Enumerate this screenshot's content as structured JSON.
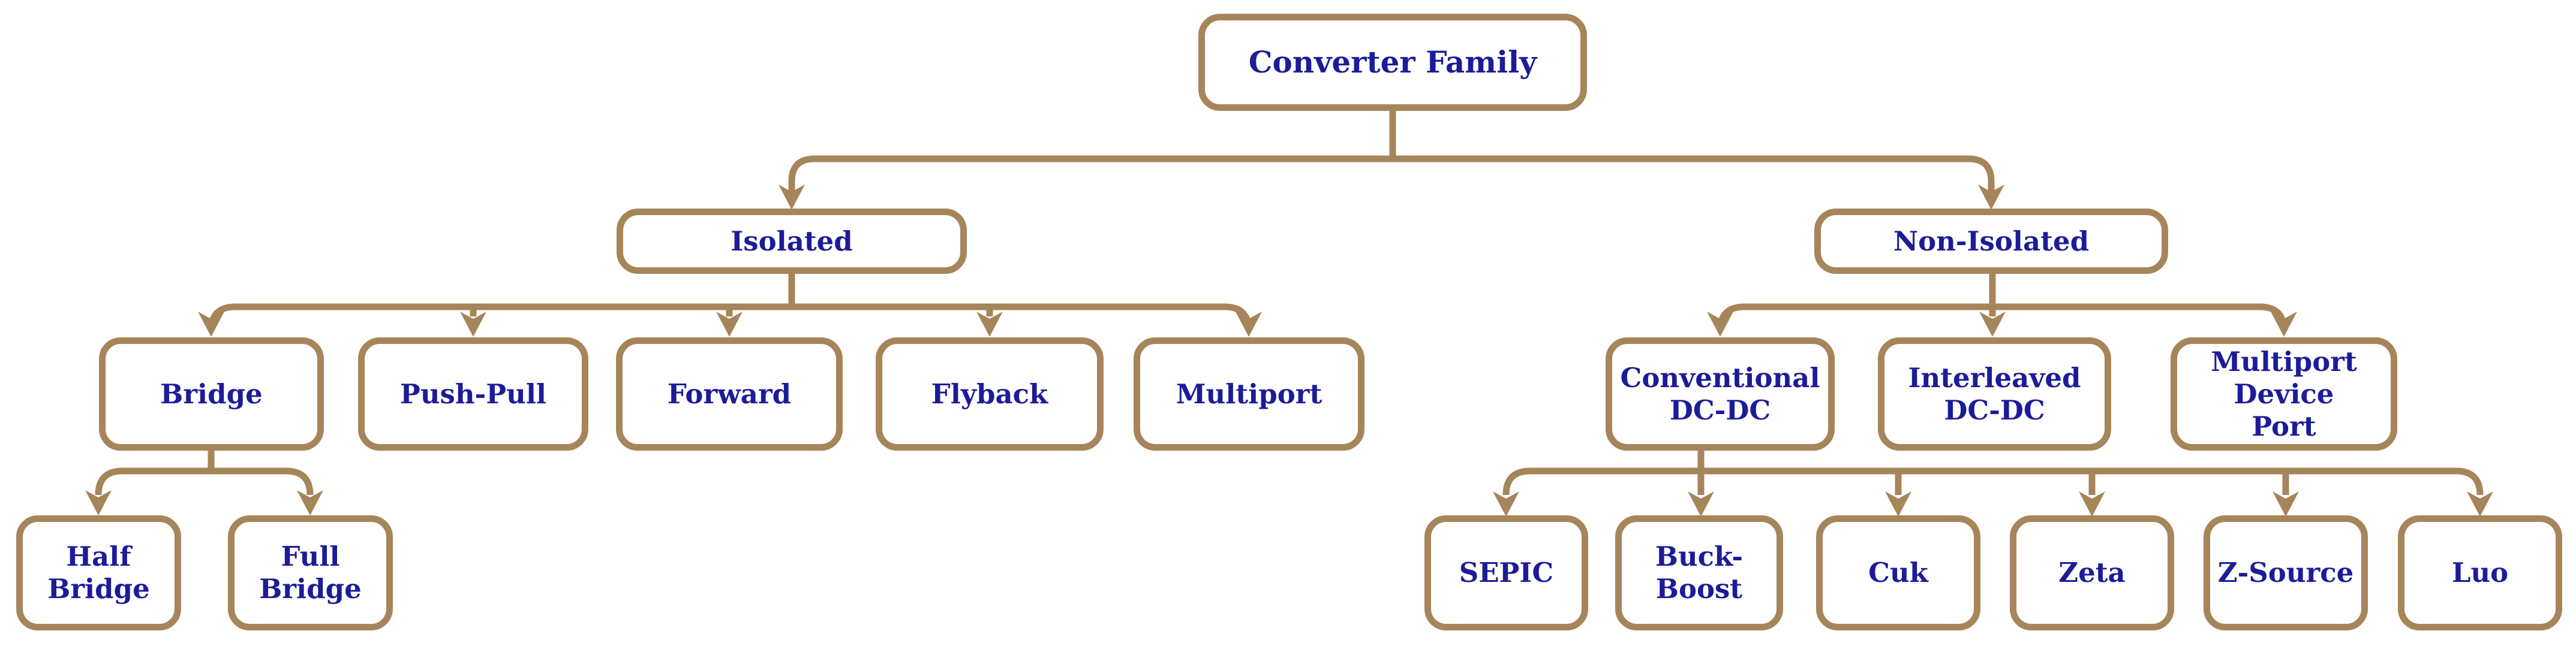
{
  "colors": {
    "connector_line": "#a6855a",
    "label_text": "#1c1c99",
    "box_fill": "#ffffff",
    "background": "#ffffff"
  },
  "nodes": {
    "converter_family": {
      "label": "Converter Family"
    },
    "isolated": {
      "label": "Isolated"
    },
    "non_isolated": {
      "label": "Non-Isolated"
    },
    "bridge": {
      "label": "Bridge"
    },
    "push_pull": {
      "label": "Push-Pull"
    },
    "forward": {
      "label": "Forward"
    },
    "flyback": {
      "label": "Flyback"
    },
    "multiport": {
      "label": "Multiport"
    },
    "conventional_dcdc": {
      "label": "Conventional\nDC-DC"
    },
    "interleaved_dcdc": {
      "label": "Interleaved\nDC-DC"
    },
    "multiport_device_port": {
      "label": "Multiport\nDevice\nPort"
    },
    "half_bridge": {
      "label": "Half\nBridge"
    },
    "full_bridge": {
      "label": "Full\nBridge"
    },
    "sepic": {
      "label": "SEPIC"
    },
    "buck_boost": {
      "label": "Buck-\nBoost"
    },
    "cuk": {
      "label": "Cuk"
    },
    "zeta": {
      "label": "Zeta"
    },
    "z_source": {
      "label": "Z-Source"
    },
    "luo": {
      "label": "Luo"
    }
  },
  "hierarchy": {
    "Converter Family": [
      "Isolated",
      "Non-Isolated"
    ],
    "Isolated": [
      "Bridge",
      "Push-Pull",
      "Forward",
      "Flyback",
      "Multiport"
    ],
    "Bridge": [
      "Half Bridge",
      "Full Bridge"
    ],
    "Non-Isolated": [
      "Conventional DC-DC",
      "Interleaved DC-DC",
      "Multiport Device Port"
    ],
    "Conventional DC-DC": [
      "SEPIC",
      "Buck-Boost",
      "Cuk",
      "Zeta",
      "Z-Source",
      "Luo"
    ]
  }
}
